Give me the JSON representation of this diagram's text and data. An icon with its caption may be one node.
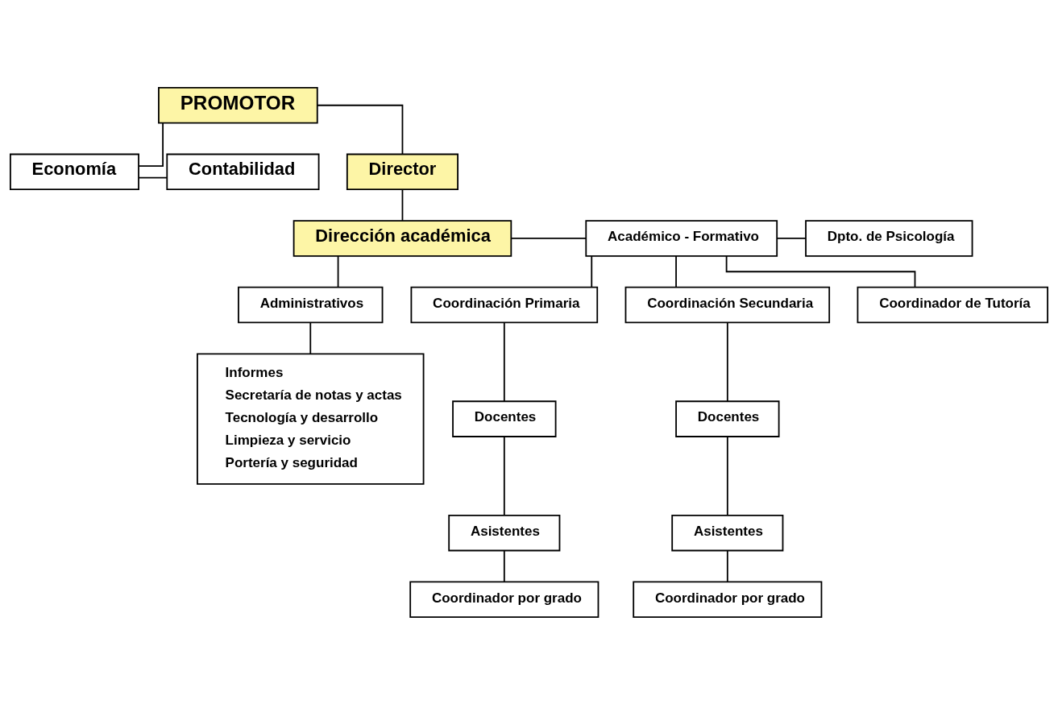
{
  "diagram": {
    "nodes": [
      {
        "text": [
          "PROMOTOR"
        ]
      },
      {
        "text": [
          "Economía"
        ]
      },
      {
        "text": [
          "Contabilidad"
        ]
      },
      {
        "text": [
          "Director"
        ]
      },
      {
        "text": [
          "Dirección académica"
        ]
      },
      {
        "text": [
          "Académico - Formativo"
        ]
      },
      {
        "text": [
          "Dpto. de Psicología"
        ]
      },
      {
        "text": [
          "Administrativos"
        ]
      },
      {
        "text": [
          "Informes",
          "Secretaría de notas y actas",
          "Tecnología y desarrollo",
          "Limpieza y servicio",
          "Portería y seguridad"
        ]
      },
      {
        "text": [
          "Coordinación Primaria"
        ]
      },
      {
        "text": [
          "Coordinación Secundaria"
        ]
      },
      {
        "text": [
          "Coordinador de Tutoría"
        ]
      },
      {
        "text": [
          "Docentes"
        ]
      },
      {
        "text": [
          "Asistentes"
        ]
      },
      {
        "text": [
          "Coordinador por grado"
        ]
      },
      {
        "text": [
          "Docentes"
        ]
      },
      {
        "text": [
          "Asistentes"
        ]
      },
      {
        "text": [
          "Coordinador por grado"
        ]
      }
    ],
    "edges": [
      {
        "from": 0,
        "to": 3,
        "arrow": "none"
      },
      {
        "from": 0,
        "to": 1,
        "arrow": "none"
      },
      {
        "from": 1,
        "to": 2,
        "arrow": "none"
      },
      {
        "from": 3,
        "to": 4,
        "arrow": "none"
      },
      {
        "from": 4,
        "to": 5,
        "arrow": "none"
      },
      {
        "from": 5,
        "to": 6,
        "arrow": "none"
      },
      {
        "from": 4,
        "to": 7,
        "arrow": "none"
      },
      {
        "from": 7,
        "to": 8,
        "arrow": "none"
      },
      {
        "from": 5,
        "to": 9,
        "arrow": "none"
      },
      {
        "from": 5,
        "to": 10,
        "arrow": "none"
      },
      {
        "from": 5,
        "to": 11,
        "arrow": "none"
      },
      {
        "from": 9,
        "to": 12,
        "arrow": "none"
      },
      {
        "from": 12,
        "to": 13,
        "arrow": "none"
      },
      {
        "from": 13,
        "to": 14,
        "arrow": "none"
      },
      {
        "from": 10,
        "to": 15,
        "arrow": "none"
      },
      {
        "from": 15,
        "to": 16,
        "arrow": "none"
      },
      {
        "from": 16,
        "to": 17,
        "arrow": "none"
      }
    ]
  }
}
